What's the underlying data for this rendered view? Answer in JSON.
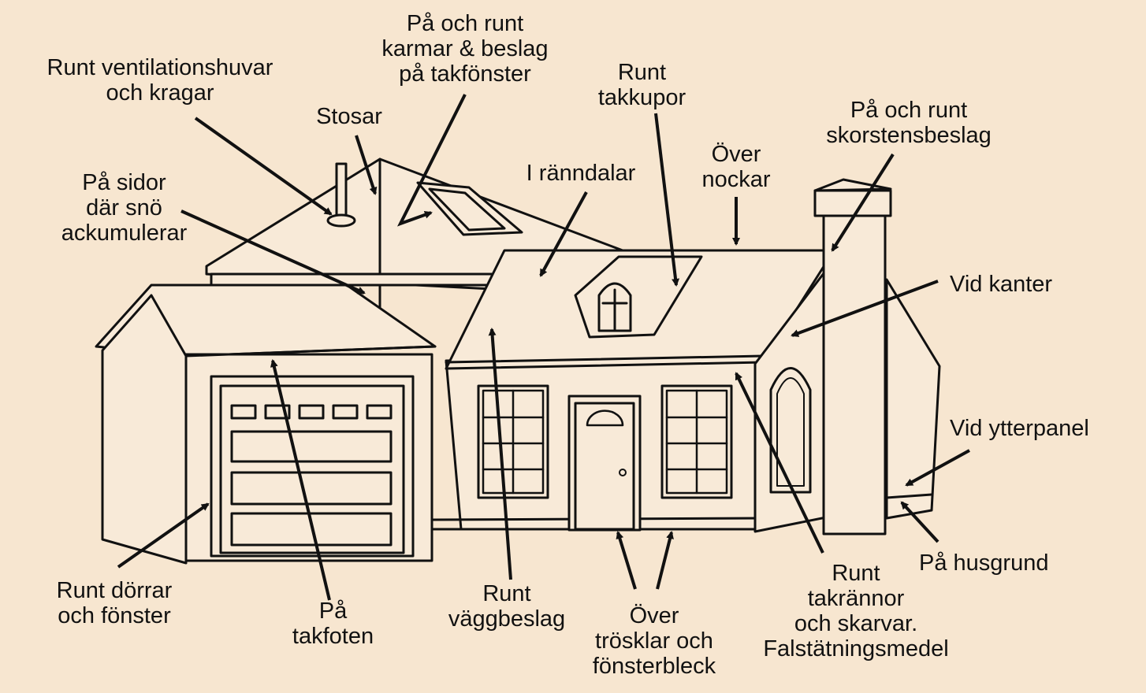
{
  "colors": {
    "background": "#f7e6d0",
    "ink": "#111111",
    "paper": "#f8ead8"
  },
  "labels": {
    "vent_hoods": [
      "Runt ventilationshuvar",
      "och kragar"
    ],
    "skylights": [
      "På och runt",
      "karmar & beslag",
      "på takfönster"
    ],
    "stack": [
      "Stosar"
    ],
    "snow_sides": [
      "På sidor",
      "där snö",
      "ackumulerar"
    ],
    "valleys": [
      "I ränndalar"
    ],
    "dormers": [
      "Runt",
      "takkupor"
    ],
    "ridges": [
      "Över",
      "nockar"
    ],
    "chimney": [
      "På och runt",
      "skorstensbeslag"
    ],
    "edges": [
      "Vid kanter"
    ],
    "siding": [
      "Vid ytterpanel"
    ],
    "foundation": [
      "På husgrund"
    ],
    "doors_windows": [
      "Runt dörrar",
      "och fönster"
    ],
    "eaves": [
      "På",
      "takfoten"
    ],
    "wall_flashing": [
      "Runt",
      "väggbeslag"
    ],
    "thresholds": [
      "Över",
      "trösklar och",
      "fönsterbleck"
    ],
    "gutters": [
      "Runt",
      "takrännor",
      "och skarvar.",
      "Falstätningsmedel"
    ]
  }
}
